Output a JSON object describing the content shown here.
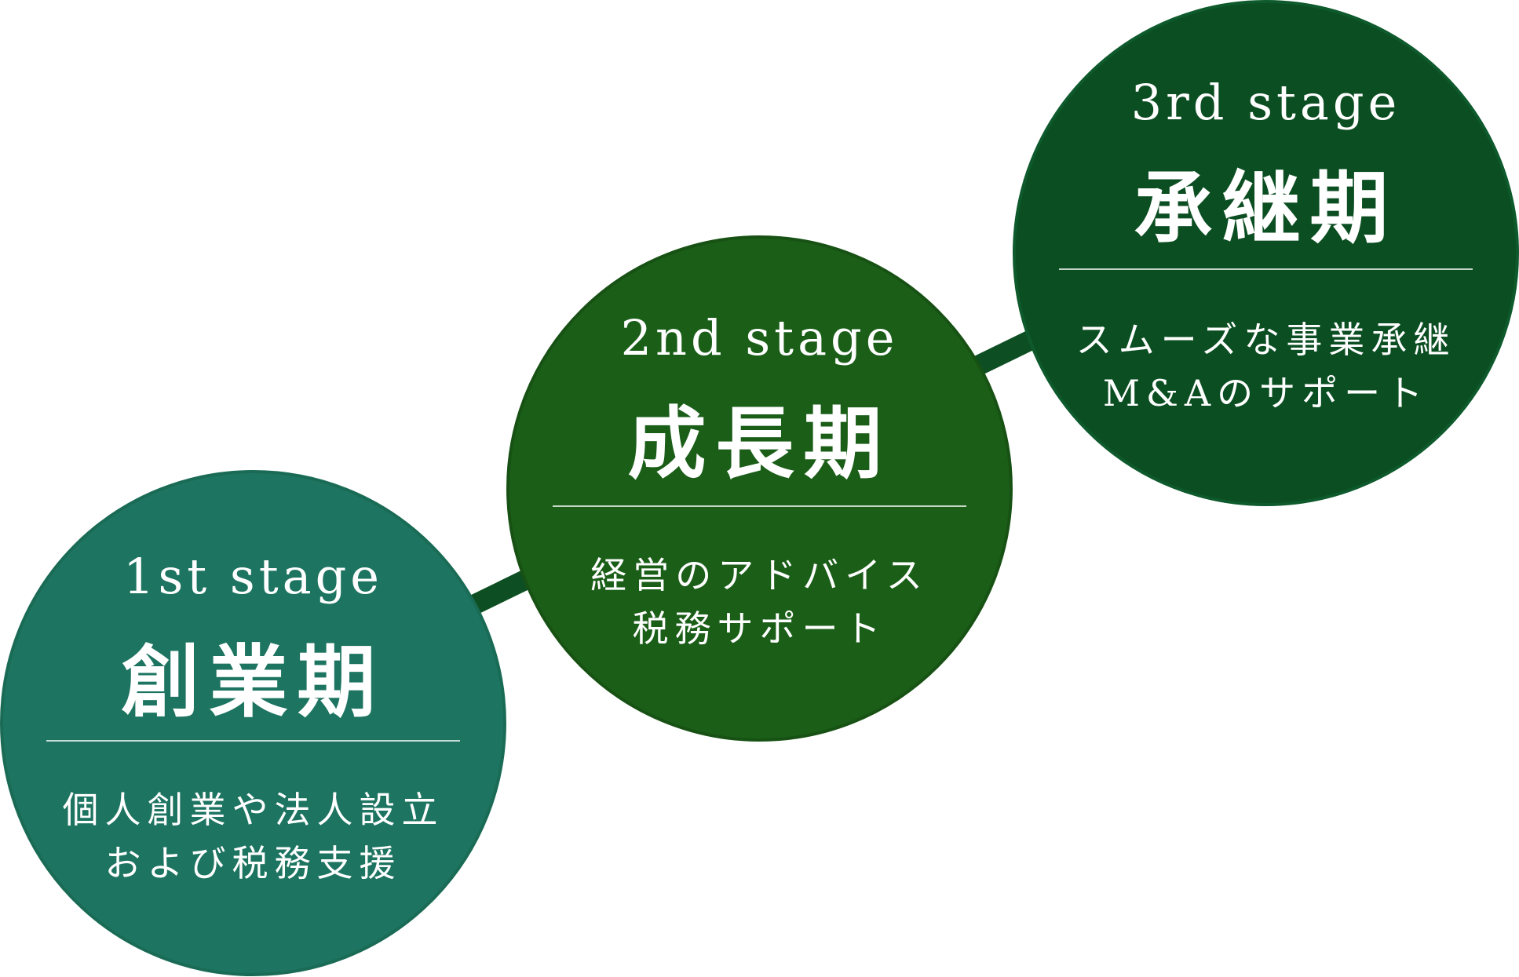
{
  "stages": [
    {
      "label": "1st stage",
      "name": "創業期",
      "description_lines": [
        "個人創業や法人設立",
        "および税務支援"
      ],
      "color": "#1d7461"
    },
    {
      "label": "2nd stage",
      "name": "成長期",
      "description_lines": [
        "経営のアドバイス",
        "税務サポート"
      ],
      "color": "#1a5e18"
    },
    {
      "label": "3rd stage",
      "name": "承継期",
      "description_lines": [
        "スムーズな事業承継",
        "M&Aのサポート"
      ],
      "color": "#0b4e22"
    }
  ],
  "connector_color": "#0d4f22"
}
